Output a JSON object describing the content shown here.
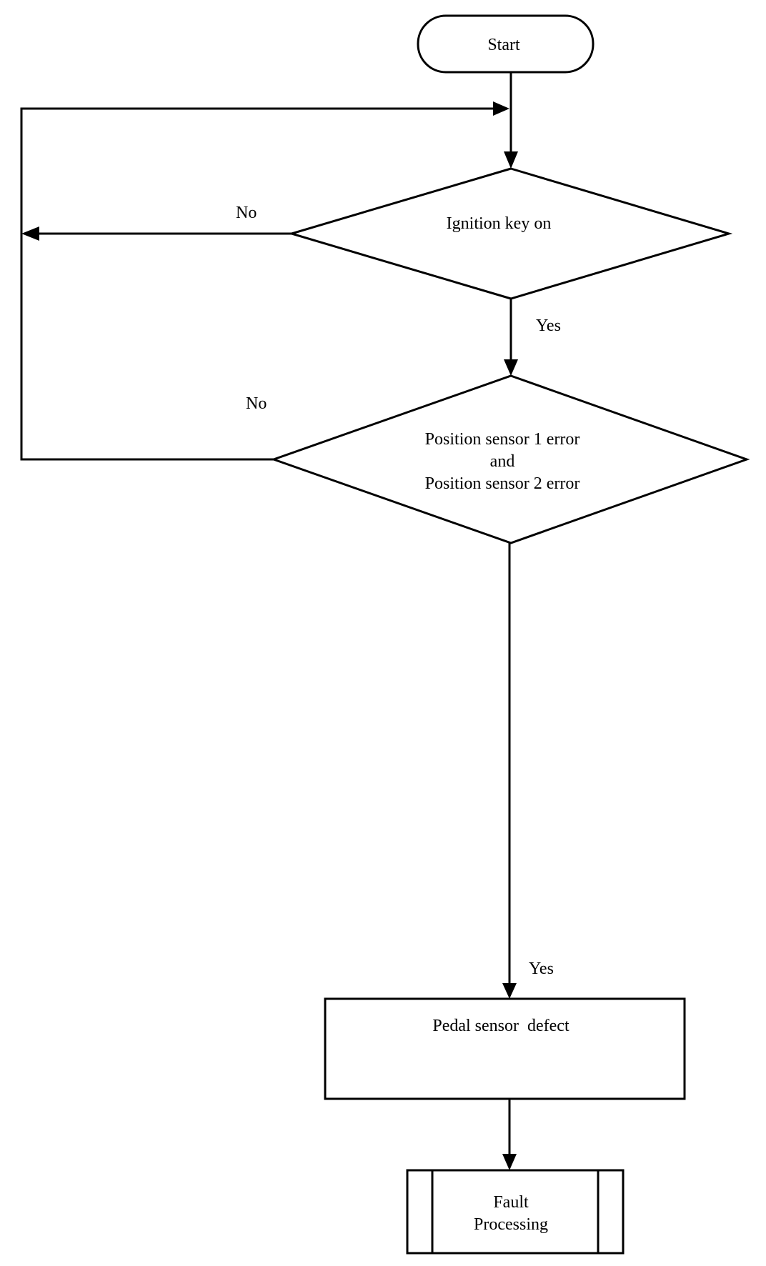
{
  "nodes": {
    "start": {
      "label": "Start"
    },
    "ignition": {
      "label": "Ignition key on"
    },
    "sensor_check": {
      "lines": [
        "Position sensor 1 error",
        "and",
        "Position sensor 2 error"
      ]
    },
    "pedal_defect": {
      "label": "Pedal sensor  defect"
    },
    "fault": {
      "lines": [
        "Fault",
        "Processing"
      ]
    }
  },
  "edges": {
    "ignition_no": "No",
    "ignition_yes": "Yes",
    "sensor_no": "No",
    "sensor_yes": "Yes"
  }
}
